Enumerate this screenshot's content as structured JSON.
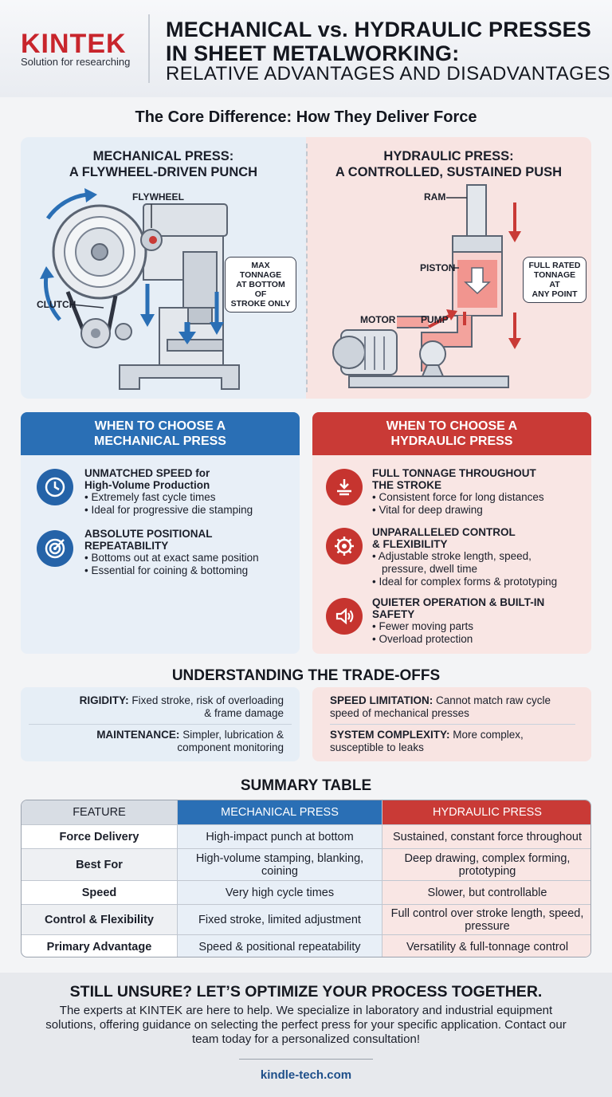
{
  "header": {
    "logo": "KINTEK",
    "logo_tagline": "Solution for researching",
    "title_line1": "MECHANICAL vs. HYDRAULIC PRESSES",
    "title_line2": "IN SHEET METALWORKING:",
    "title_line3": "RELATIVE ADVANTAGES AND DISADVANTAGES"
  },
  "core": {
    "title": "The Core Difference: How They Deliver Force",
    "mech_title_1": "MECHANICAL PRESS:",
    "mech_title_2": "A FLYWHEEL-DRIVEN PUNCH",
    "mech_labels": {
      "flywheel": "FLYWHEEL",
      "clutch": "CLUTCH"
    },
    "mech_bubble": [
      "MAX TONNAGE",
      "AT BOTTOM OF",
      "STROKE ONLY"
    ],
    "hyd_title_1": "HYDRAULIC PRESS:",
    "hyd_title_2": "A CONTROLLED, SUSTAINED PUSH",
    "hyd_labels": {
      "ram": "RAM",
      "piston": "PISTON",
      "motor": "MOTOR",
      "pump": "PUMP"
    },
    "hyd_bubble": [
      "FULL RATED",
      "TONNAGE AT",
      "ANY POINT"
    ],
    "colors": {
      "mech_accent": "#2a6fb5",
      "hyd_accent": "#c93a36"
    }
  },
  "mech_card": {
    "header_1": "WHEN TO CHOOSE A",
    "header_2": "MECHANICAL PRESS",
    "items": [
      {
        "icon": "clock-icon",
        "title_1": "UNMATCHED SPEED for",
        "title_2": "High-Volume Production",
        "bullets": [
          "Extremely fast cycle times",
          "Ideal for progressive die stamping"
        ]
      },
      {
        "icon": "target-icon",
        "title_1": "ABSOLUTE POSITIONAL",
        "title_2": "REPEATABILITY",
        "bullets": [
          "Bottoms out at exact same position",
          "Essential for coining & bottoming"
        ]
      }
    ]
  },
  "hyd_card": {
    "header_1": "WHEN TO CHOOSE A",
    "header_2": "HYDRAULIC PRESS",
    "items": [
      {
        "icon": "press-down-icon",
        "title_1": "FULL TONNAGE THROUGHOUT",
        "title_2": "THE STROKE",
        "bullets": [
          "Consistent force for long distances",
          "Vital for deep drawing"
        ]
      },
      {
        "icon": "gear-icon",
        "title_1": "UNPARALLELED CONTROL",
        "title_2": "& FLEXIBILITY",
        "bullets": [
          "Adjustable stroke length, speed,",
          "pressure, dwell time",
          "Ideal for complex forms & prototyping"
        ]
      },
      {
        "icon": "speaker-icon",
        "title_1": "QUIETER OPERATION & BUILT-IN",
        "title_2": "SAFETY",
        "bullets": [
          "Fewer moving parts",
          "Overload protection"
        ]
      }
    ]
  },
  "tradeoffs": {
    "title": "UNDERSTANDING THE TRADE-OFFS",
    "mech": [
      {
        "label": "RIGIDITY:",
        "text_1": " Fixed stroke, risk of overloading",
        "text_2": "& frame damage"
      },
      {
        "label": "MAINTENANCE:",
        "text_1": " Simpler, lubrication &",
        "text_2": "component monitoring"
      }
    ],
    "hyd": [
      {
        "label": "SPEED LIMITATION:",
        "text_1": " Cannot match raw cycle",
        "text_2": "speed of mechanical presses"
      },
      {
        "label": "SYSTEM COMPLEXITY:",
        "text_1": " More complex,",
        "text_2": "susceptible to leaks"
      }
    ]
  },
  "summary": {
    "title": "SUMMARY TABLE",
    "headers": [
      "FEATURE",
      "MECHANICAL PRESS",
      "HYDRAULIC PRESS"
    ],
    "rows": [
      [
        "Force Delivery",
        "High-impact punch at bottom",
        "Sustained, constant force throughout"
      ],
      [
        "Best For",
        "High-volume stamping, blanking, coining",
        "Deep drawing, complex forming, prototyping"
      ],
      [
        "Speed",
        "Very high cycle times",
        "Slower, but controllable"
      ],
      [
        "Control & Flexibility",
        "Fixed stroke, limited adjustment",
        "Full control over stroke length, speed, pressure"
      ],
      [
        "Primary Advantage",
        "Speed & positional repeatability",
        "Versatility & full-tonnage control"
      ]
    ]
  },
  "footer": {
    "heading": "STILL UNSURE? LET’S OPTIMIZE YOUR PROCESS TOGETHER.",
    "body": "The experts at KINTEK are here to help. We specialize in laboratory and industrial equipment solutions, offering guidance on selecting the perfect press for your specific application. Contact our team today for a personalized consultation!",
    "url": "kindle-tech.com"
  }
}
